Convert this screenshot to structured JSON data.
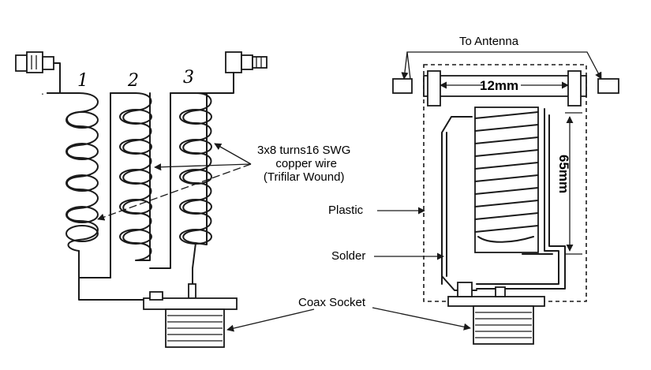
{
  "left_figure": {
    "coil_numbers": [
      "1",
      "2",
      "3"
    ],
    "winding_label_lines": [
      "3x8 turns16 SWG",
      "copper wire",
      "(Trifilar Wound)"
    ]
  },
  "right_figure": {
    "to_antenna": "To Antenna",
    "width_dimension": "12mm",
    "height_dimension": "65mm",
    "plastic_label": "Plastic",
    "solder_label": "Solder"
  },
  "coax_socket_label": "Coax Socket",
  "colors": {
    "ink": "#1a1a1a",
    "background": "#ffffff"
  }
}
